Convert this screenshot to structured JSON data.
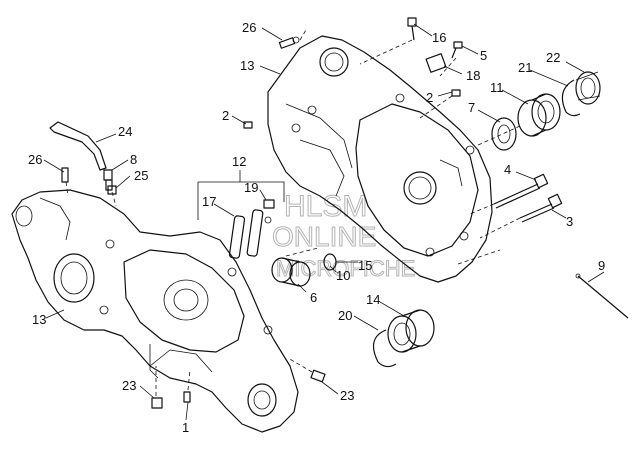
{
  "watermark": {
    "line1": "HLSM",
    "line2": "ONLINE",
    "line3": "MICROFICHE"
  },
  "callouts": [
    {
      "id": "26a",
      "text": "26"
    },
    {
      "id": "16",
      "text": "16"
    },
    {
      "id": "5",
      "text": "5"
    },
    {
      "id": "22",
      "text": "22"
    },
    {
      "id": "13a",
      "text": "13"
    },
    {
      "id": "18",
      "text": "18"
    },
    {
      "id": "21",
      "text": "21"
    },
    {
      "id": "2a",
      "text": "2"
    },
    {
      "id": "2b",
      "text": "2"
    },
    {
      "id": "11",
      "text": "11"
    },
    {
      "id": "24",
      "text": "24"
    },
    {
      "id": "7",
      "text": "7"
    },
    {
      "id": "26b",
      "text": "26"
    },
    {
      "id": "8",
      "text": "8"
    },
    {
      "id": "12",
      "text": "12"
    },
    {
      "id": "25",
      "text": "25"
    },
    {
      "id": "4",
      "text": "4"
    },
    {
      "id": "19",
      "text": "19"
    },
    {
      "id": "17",
      "text": "17"
    },
    {
      "id": "3",
      "text": "3"
    },
    {
      "id": "10",
      "text": "10"
    },
    {
      "id": "15",
      "text": "15"
    },
    {
      "id": "9",
      "text": "9"
    },
    {
      "id": "13b",
      "text": "13"
    },
    {
      "id": "6",
      "text": "6"
    },
    {
      "id": "14",
      "text": "14"
    },
    {
      "id": "20",
      "text": "20"
    },
    {
      "id": "23a",
      "text": "23"
    },
    {
      "id": "23b",
      "text": "23"
    },
    {
      "id": "1",
      "text": "1"
    }
  ]
}
